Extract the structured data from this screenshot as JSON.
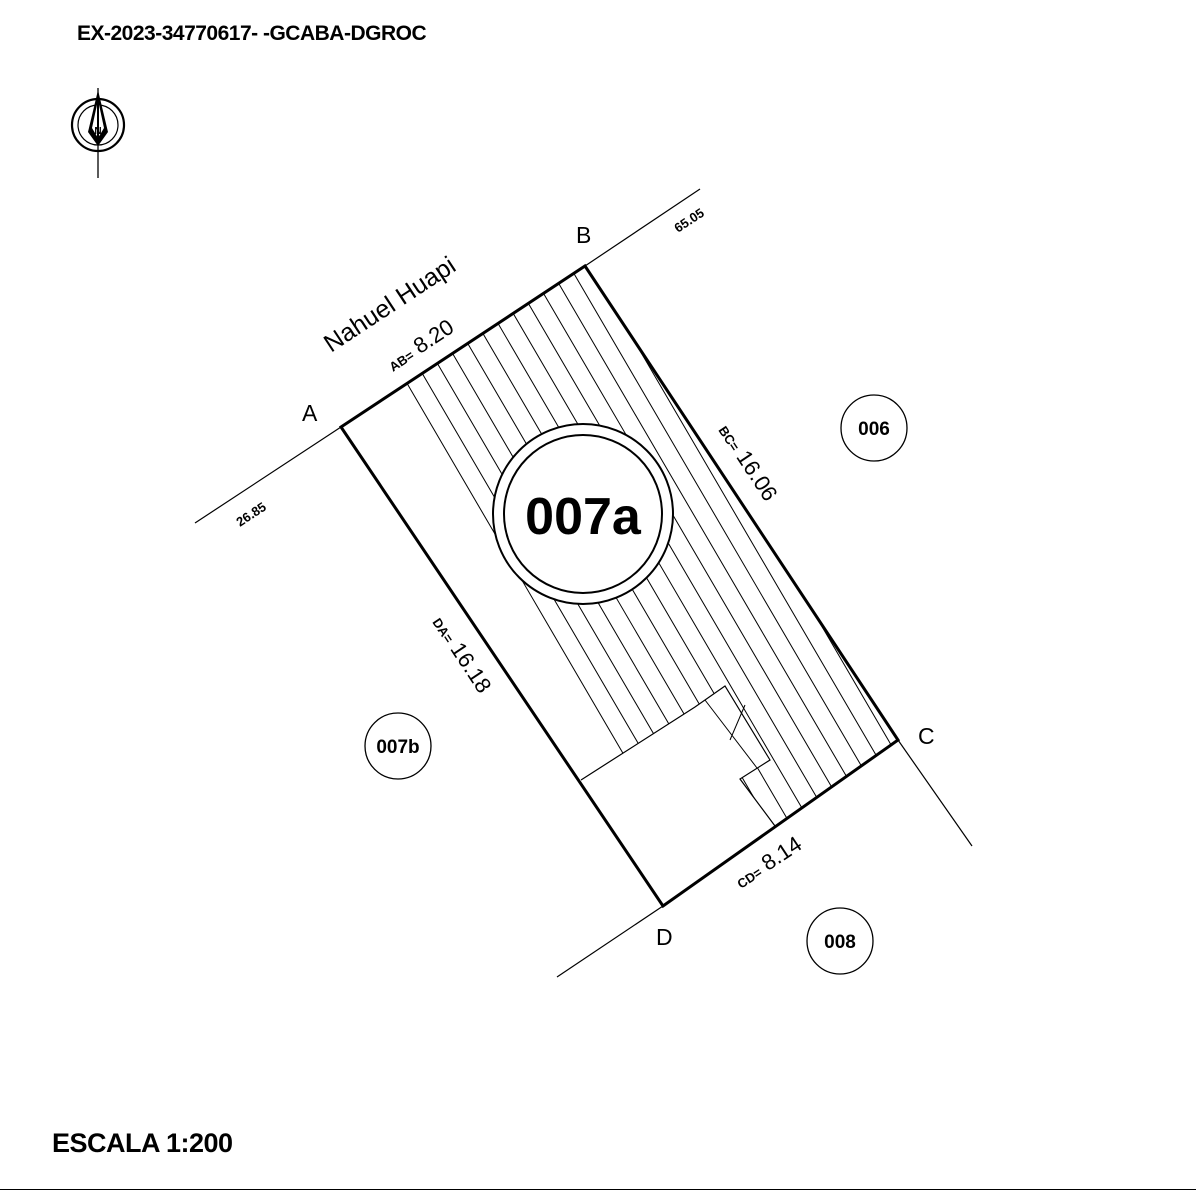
{
  "header": {
    "expediente": "EX-2023-34770617- -GCABA-DGROC"
  },
  "footer": {
    "scale": "ESCALA 1:200"
  },
  "street": {
    "name": "Nahuel Huapi"
  },
  "parcel": {
    "id": "007a",
    "vertices": {
      "a": "A",
      "b": "B",
      "c": "C",
      "d": "D"
    },
    "sides": {
      "ab": {
        "prefix": "AB=",
        "value": "8.20"
      },
      "bc": {
        "prefix": "BC=",
        "value": "16.06"
      },
      "cd": {
        "prefix": "CD=",
        "value": "8.14"
      },
      "da": {
        "prefix": "DA=",
        "value": "16.18"
      }
    }
  },
  "distances": {
    "to_corner_a": "26.85",
    "to_corner_b": "65.05"
  },
  "neighbors": {
    "north_east": "006",
    "south_west": "007b",
    "south_east": "008"
  },
  "north_arrow": {
    "icon": "north-arrow-icon",
    "letter": "N"
  }
}
